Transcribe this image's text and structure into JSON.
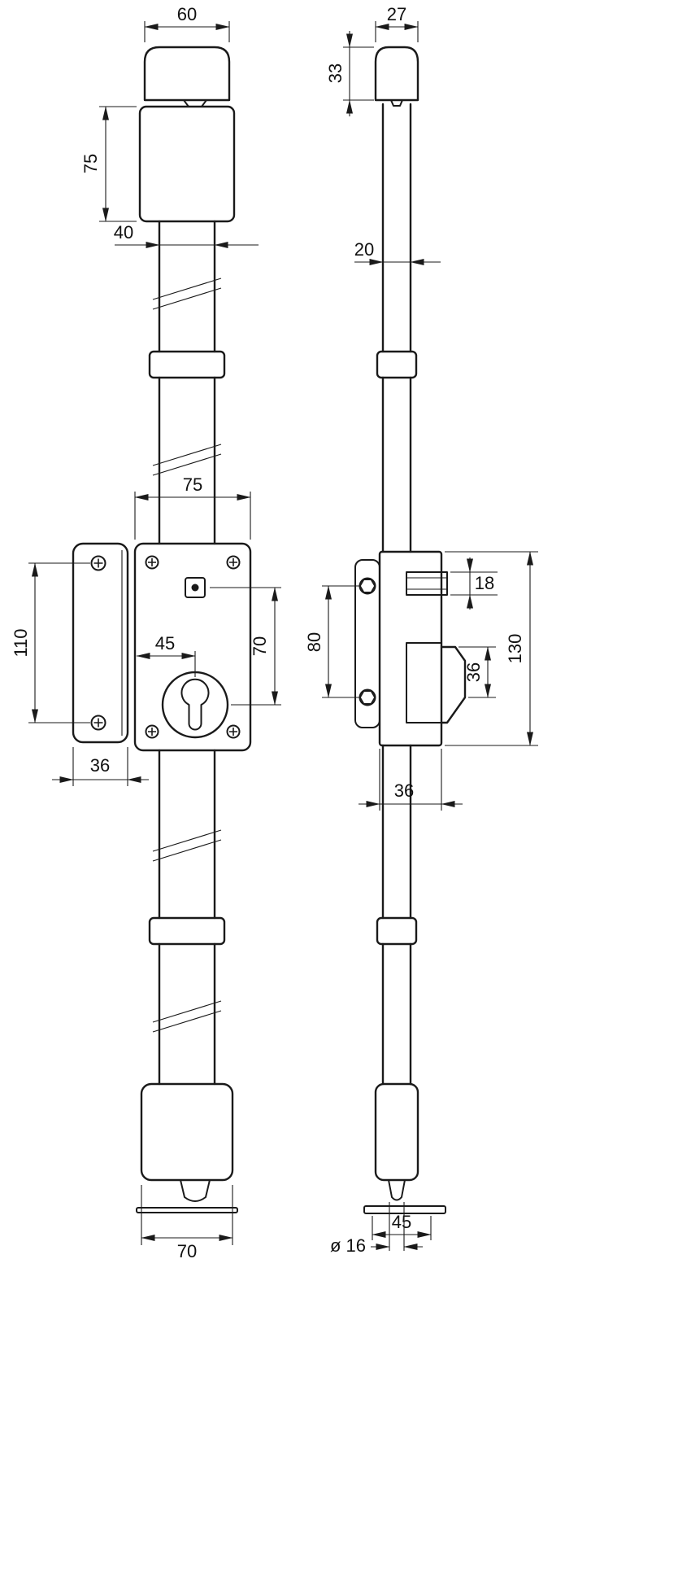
{
  "drawing": {
    "front_view": {
      "dims": {
        "cap_width": "60",
        "head_height": "75",
        "rod_width": "40",
        "case_width": "75",
        "keeper_hole_spacing": "110",
        "cylinder_offset": "45",
        "spindle_to_cylinder": "70",
        "keeper_width": "36",
        "foot_width": "70"
      }
    },
    "side_view": {
      "dims": {
        "cap_width": "27",
        "cap_height": "33",
        "rod_width": "20",
        "screw_spacing": "80",
        "latch_height": "18",
        "case_height": "130",
        "bolt_height": "36",
        "case_depth": "36",
        "foot_width": "45",
        "pin_diameter": "ø 16"
      }
    }
  }
}
